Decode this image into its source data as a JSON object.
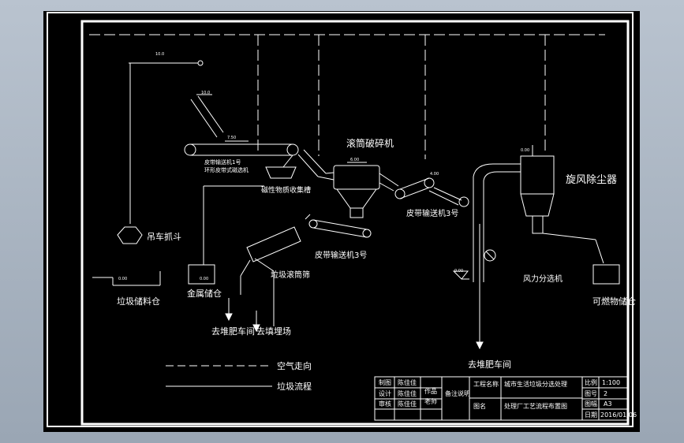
{
  "labels": {
    "crane_grab": "吊车抓斗",
    "waste_pit": "垃圾储料仓",
    "conveyor_1": "皮带输送机1号",
    "belt_magnetic": "环形皮带式磁选机",
    "magnetic_bin": "磁性物质收集槽",
    "metal_bin": "金属储仓",
    "crusher": "滚筒破碎机",
    "conveyor_3a": "皮带输送机3号",
    "conveyor_3b": "皮带输送机3号",
    "trommel": "垃圾滚筒筛",
    "to_compost_plant": "去堆肥车间",
    "to_landfill": "去填埋场",
    "cyclone": "旋风除尘器",
    "air_classifier": "风力分选机",
    "combustibles_bin": "可燃物储仓",
    "to_compost_workshop": "去堆肥车间",
    "legend_air": "空气走向",
    "legend_waste": "垃圾流程"
  },
  "dims": {
    "d1": "10.0",
    "d2": "10.0",
    "d3": "7.50",
    "d4": "6.00",
    "d5": "4.00",
    "d6": "0.00",
    "d7": "0.00",
    "d8": "0.00",
    "d9": "0.00"
  },
  "title_block": {
    "row1_label": "制图",
    "row2_label": "设计",
    "row3_label": "审核",
    "name_1": "陈佳佳",
    "name_2": "陈佳佳",
    "name_3": "陈佳佳",
    "task": "作品",
    "teacher": "老师",
    "desc": "备注说明",
    "project": "工程名称",
    "project_value": "城市生活垃圾分选处理",
    "drawing": "图名",
    "drawing_value": "处理厂工艺流程布置图",
    "scale_label": "比例",
    "scale_value": "1:100",
    "sheet_label": "图号",
    "sheet_value": "2",
    "size_label": "图幅",
    "size_value": "A3",
    "date_label": "日期",
    "date_value": "2016/01/06"
  }
}
